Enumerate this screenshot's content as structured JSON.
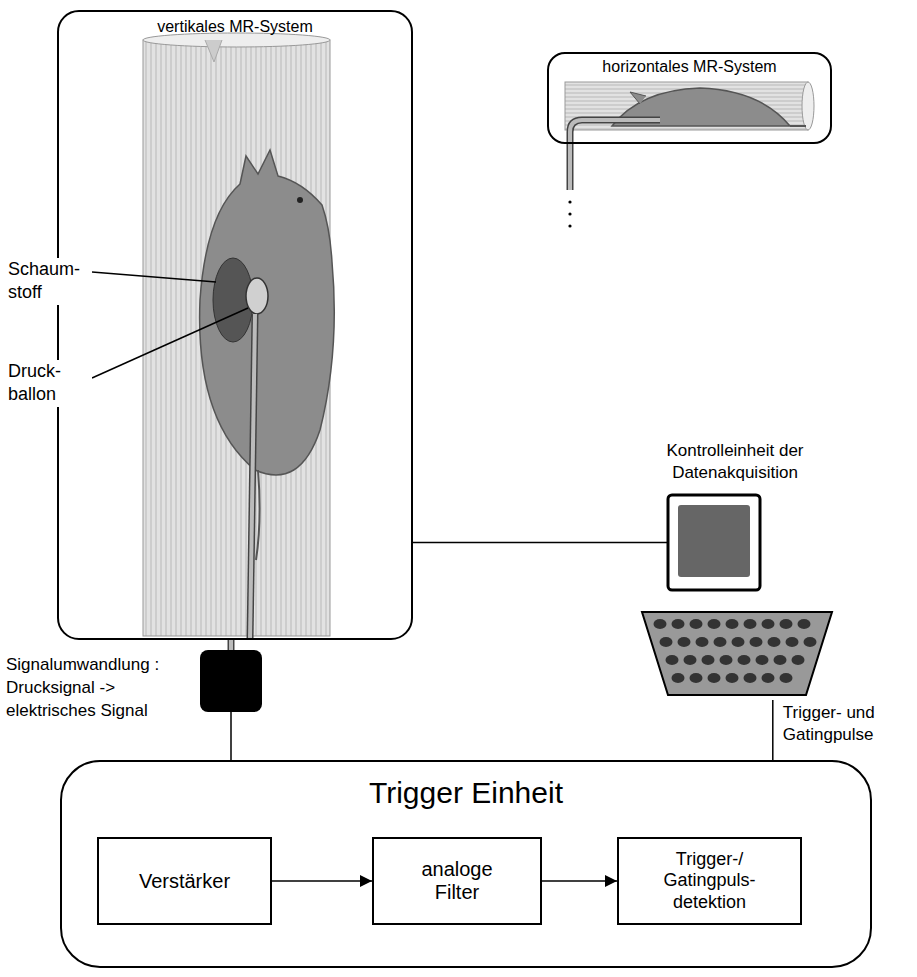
{
  "diagram": {
    "nodes": [
      {
        "text": [
          "vertikales MR-System"
        ]
      },
      {
        "text": [
          "horizontales MR-System"
        ]
      },
      {
        "text": [
          "Signalumwandlung : Drucksignal -> elektrisches Signal"
        ]
      },
      {
        "text": [
          "Kontrolleinheit der Datenakquisition"
        ]
      },
      {
        "text": [
          "Trigger Einheit"
        ]
      },
      {
        "text": [
          "Verstärker"
        ],
        "in": 4
      },
      {
        "text": [
          "analoge Filter"
        ],
        "in": 4
      },
      {
        "text": [
          "Trigger-/ Gatingpuls- detektion"
        ],
        "in": 4
      }
    ],
    "edges": [
      {
        "from": 0,
        "to": 3,
        "arrow": "none"
      },
      {
        "from": 0,
        "to": 2,
        "arrow": "none"
      },
      {
        "from": 2,
        "to": 4,
        "arrow": "none"
      },
      {
        "from": 3,
        "to": 4,
        "label": "Trigger- und Gatingpulse",
        "arrow": "none"
      },
      {
        "from": 5,
        "to": 6,
        "arrow": "to"
      },
      {
        "from": 6,
        "to": 7,
        "arrow": "to"
      }
    ],
    "labels": [
      "Schaum- stoff",
      "Druck- ballon"
    ]
  }
}
